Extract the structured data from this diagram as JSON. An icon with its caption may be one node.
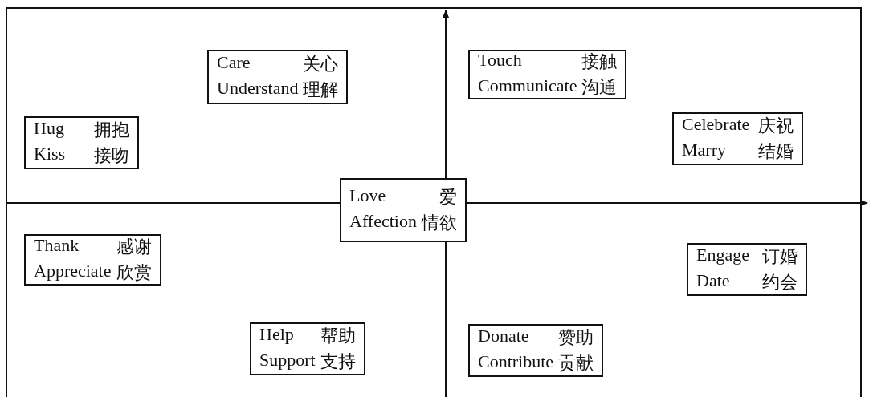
{
  "diagram": {
    "nodes": [
      {
        "text": [
          "Care",
          "关心",
          "Understand",
          "理解"
        ]
      },
      {
        "text": [
          "Touch",
          "接触",
          "Communicate",
          "沟通"
        ]
      },
      {
        "text": [
          "Hug",
          "拥抱",
          "Kiss",
          "接吻"
        ]
      },
      {
        "text": [
          "Celebrate",
          "庆祝",
          "Marry",
          "结婚"
        ]
      },
      {
        "text": [
          "Love",
          "爱",
          "Affection",
          "情欲"
        ]
      },
      {
        "text": [
          "Thank",
          "感谢",
          "Appreciate",
          "欣赏"
        ]
      },
      {
        "text": [
          "Engage",
          "订婚",
          "Date",
          "约会"
        ]
      },
      {
        "text": [
          "Help",
          "帮助",
          "Support",
          "支持"
        ]
      },
      {
        "text": [
          "Donate",
          "赞助",
          "Contribute",
          "贡献"
        ]
      }
    ]
  }
}
